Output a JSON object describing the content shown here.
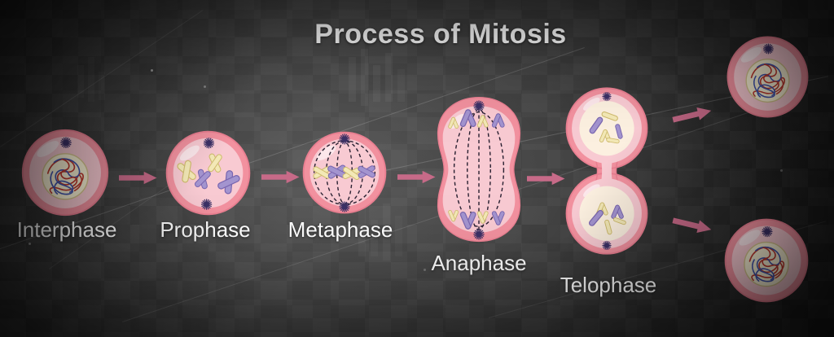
{
  "title": "Process of Mitosis",
  "stages": [
    {
      "name": "interphase",
      "label": "Interphase"
    },
    {
      "name": "prophase",
      "label": "Prophase"
    },
    {
      "name": "metaphase",
      "label": "Metaphase"
    },
    {
      "name": "anaphase",
      "label": "Anaphase"
    },
    {
      "name": "telophase",
      "label": "Telophase"
    }
  ],
  "result_cells": 2,
  "arrow_count": 6,
  "icons": {
    "centrosome": "asterisk-burst",
    "flow_arrow": "right-arrow"
  },
  "colors": {
    "title_text": "#ffffff",
    "label_text": "#ffffff",
    "arrow_pink": "#c76a88",
    "cell_rim": "#f2919f",
    "cell_rim_edge": "#e97f91",
    "cytoplasm": "#f8cad2",
    "nucleus_fill": "#fdf5d8",
    "nucleus_stroke": "#d8c78e",
    "telophase_nucleus_fill": "#fcf0e0",
    "chromatin_red": "#c23a30",
    "chromatin_blue": "#4356b0",
    "chromosome_yellow": "#f3e8b6",
    "chromosome_yellow_stroke": "#cfbb6e",
    "chromosome_purple": "#a394cf",
    "chromosome_purple_stroke": "#7a67b0",
    "centrosome": "#3c3166",
    "spindle": "#2b2233"
  }
}
